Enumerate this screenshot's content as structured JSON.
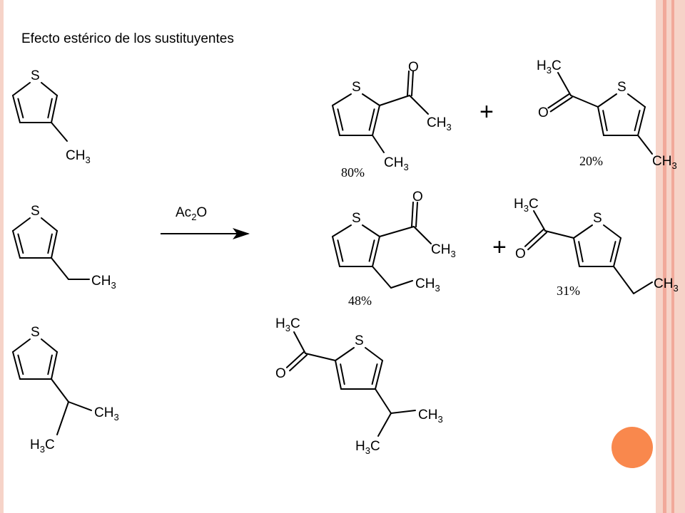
{
  "title": "Efecto estérico de los sustituyentes",
  "atoms": {
    "sulfur": "S",
    "oxygen": "O",
    "carbon": "C",
    "hydrogen": "H",
    "subscript_3": "3",
    "subscript_2": "2"
  },
  "reagent": {
    "name_part": "Ac",
    "sub": "2",
    "tail": "O"
  },
  "plus_sign": "+",
  "yields": {
    "methyl_2_acyl": "80%",
    "methyl_5_acyl": "20%",
    "ethyl_2_acyl": "48%",
    "ethyl_5_acyl": "31%"
  },
  "colors": {
    "stripe_light": "#f6d3c8",
    "stripe_dark": "#f1a99a",
    "accent_circle": "#f9884d",
    "bond": "#000000"
  }
}
